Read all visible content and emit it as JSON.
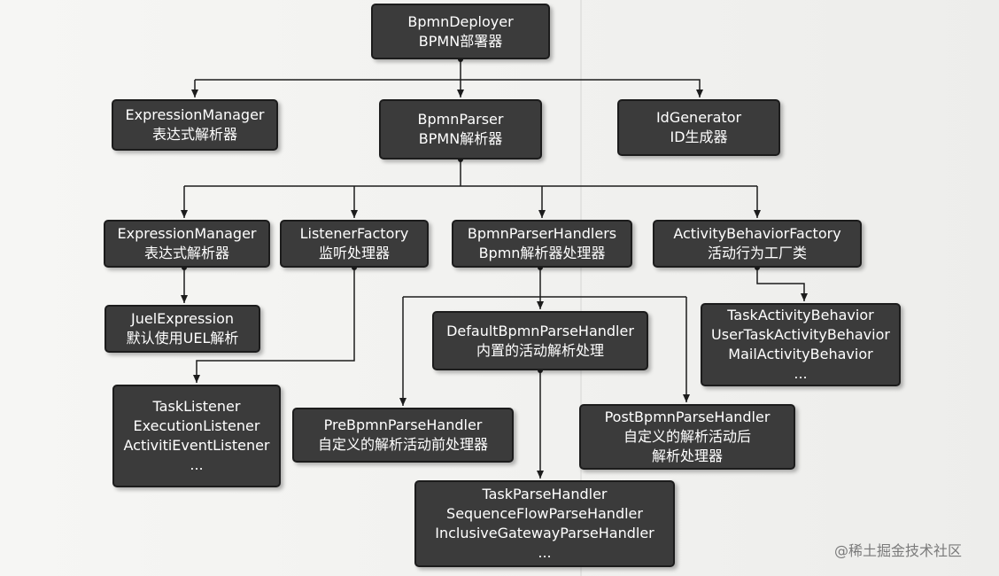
{
  "nodes": {
    "bpmn_deployer": {
      "line1": "BpmnDeployer",
      "line2": "BPMN部署器"
    },
    "expression_manager_top": {
      "line1": "ExpressionManager",
      "line2": "表达式解析器"
    },
    "bpmn_parser": {
      "line1": "BpmnParser",
      "line2": "BPMN解析器"
    },
    "id_generator": {
      "line1": "IdGenerator",
      "line2": "ID生成器"
    },
    "expression_manager": {
      "line1": "ExpressionManager",
      "line2": "表达式解析器"
    },
    "listener_factory": {
      "line1": "ListenerFactory",
      "line2": "监听处理器"
    },
    "bpmn_parser_handlers": {
      "line1": "BpmnParserHandlers",
      "line2": "Bpmn解析器处理器"
    },
    "activity_behavior_factory": {
      "line1": "ActivityBehaviorFactory",
      "line2": "活动行为工厂类"
    },
    "juel_expression": {
      "line1": "JuelExpression",
      "line2": "默认使用UEL解析"
    },
    "default_bpmn_parse_handler": {
      "line1": "DefaultBpmnParseHandler",
      "line2": "内置的活动解析处理"
    },
    "task_activity_behaviors": {
      "line1": "TaskActivityBehavior",
      "line2": "UserTaskActivityBehavior",
      "line3": "MailActivityBehavior",
      "line4": "..."
    },
    "listeners": {
      "line1": "TaskListener",
      "line2": "ExecutionListener",
      "line3": "ActivitiEventListener",
      "line4": "..."
    },
    "pre_bpmn_parse_handler": {
      "line1": "PreBpmnParseHandler",
      "line2": "自定义的解析活动前处理器"
    },
    "post_bpmn_parse_handler": {
      "line1": "PostBpmnParseHandler",
      "line2": "自定义的解析活动后",
      "line3": "解析处理器"
    },
    "parse_handlers": {
      "line1": "TaskParseHandler",
      "line2": "SequenceFlowParseHandler",
      "line3": "InclusiveGatewayParseHandler",
      "line4": "..."
    }
  },
  "watermark": "@稀土掘金技术社区"
}
